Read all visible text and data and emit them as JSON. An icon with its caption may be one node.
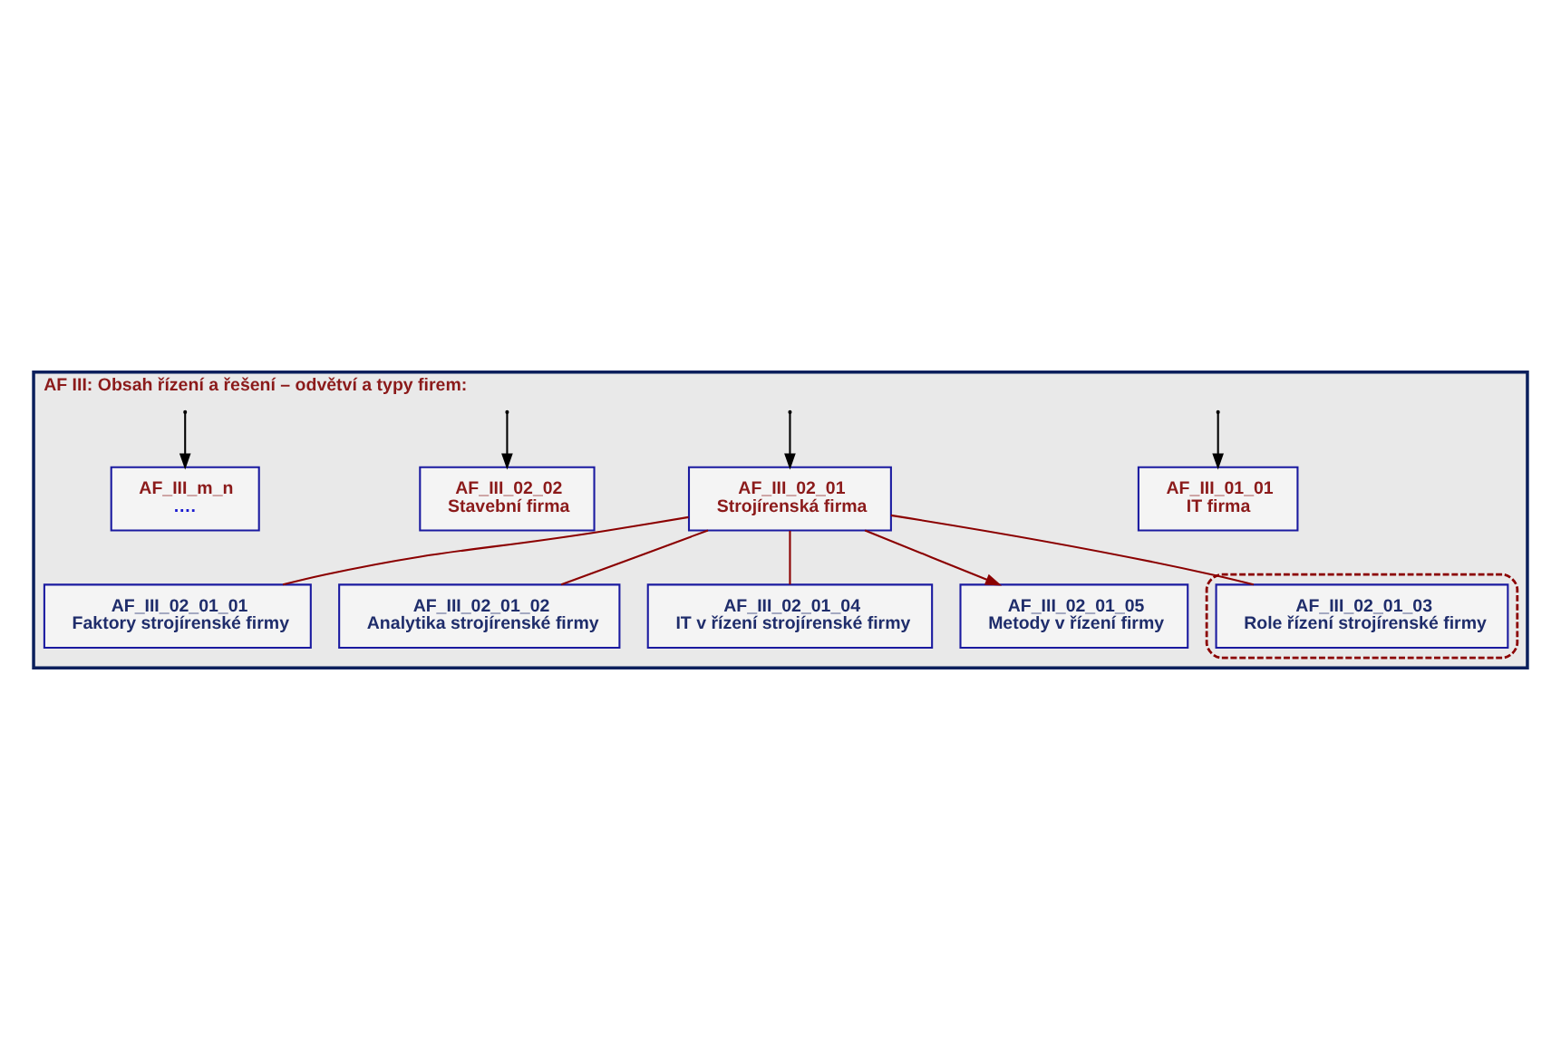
{
  "diagram": {
    "nodes": [
      {
        "text": [
          "AF III: Obsah řízení a řešení – odvětví a typy firem:"
        ]
      },
      {
        "text": [
          "AF_III_01_01",
          "IT firma"
        ],
        "in": 0
      },
      {
        "text": [
          "AF_III_02_01",
          "Strojírenská firma"
        ],
        "in": 0
      },
      {
        "text": [
          "AF_III_02_02",
          "Stavební firma"
        ],
        "in": 0
      },
      {
        "text": [
          "AF_III_m_n",
          "…."
        ],
        "in": 0
      },
      {
        "text": [
          "AF_III_02_01_01",
          "Faktory strojírenské firmy"
        ],
        "in": 0
      },
      {
        "text": [
          "AF_III_02_01_02",
          "Analytika strojírenské firmy"
        ],
        "in": 0
      },
      {
        "text": [],
        "shape": "box",
        "in": 0
      },
      {
        "text": [
          "AF_III_02_01_03",
          "Role řízení strojírenské firmy"
        ],
        "in": 7
      },
      {
        "text": [
          "AF_III_02_01_04",
          "IT v řízení strojírenské firmy"
        ],
        "in": 0
      },
      {
        "text": [
          "AF_III_02_01_05",
          "Metody v řízení firmy"
        ],
        "in": 0
      }
    ],
    "edges": [
      {
        "from": null,
        "to": 1,
        "arrow": "to",
        "color": "#000000"
      },
      {
        "from": null,
        "to": 2,
        "arrow": "to",
        "color": "#000000"
      },
      {
        "from": null,
        "to": 3,
        "arrow": "to",
        "color": "#000000"
      },
      {
        "from": null,
        "to": 4,
        "arrow": "to",
        "color": "#000000"
      },
      {
        "from": 2,
        "to": 5,
        "arrow": "none",
        "color": "#8b0000"
      },
      {
        "from": 2,
        "to": 6,
        "arrow": "none",
        "color": "#8b0000"
      },
      {
        "from": 2,
        "to": 8,
        "arrow": "none",
        "color": "#8b0000"
      },
      {
        "from": 2,
        "to": 9,
        "arrow": "none",
        "color": "#8b0000"
      },
      {
        "from": 2,
        "to": 10,
        "arrow": "to",
        "color": "#8b0000"
      }
    ]
  }
}
